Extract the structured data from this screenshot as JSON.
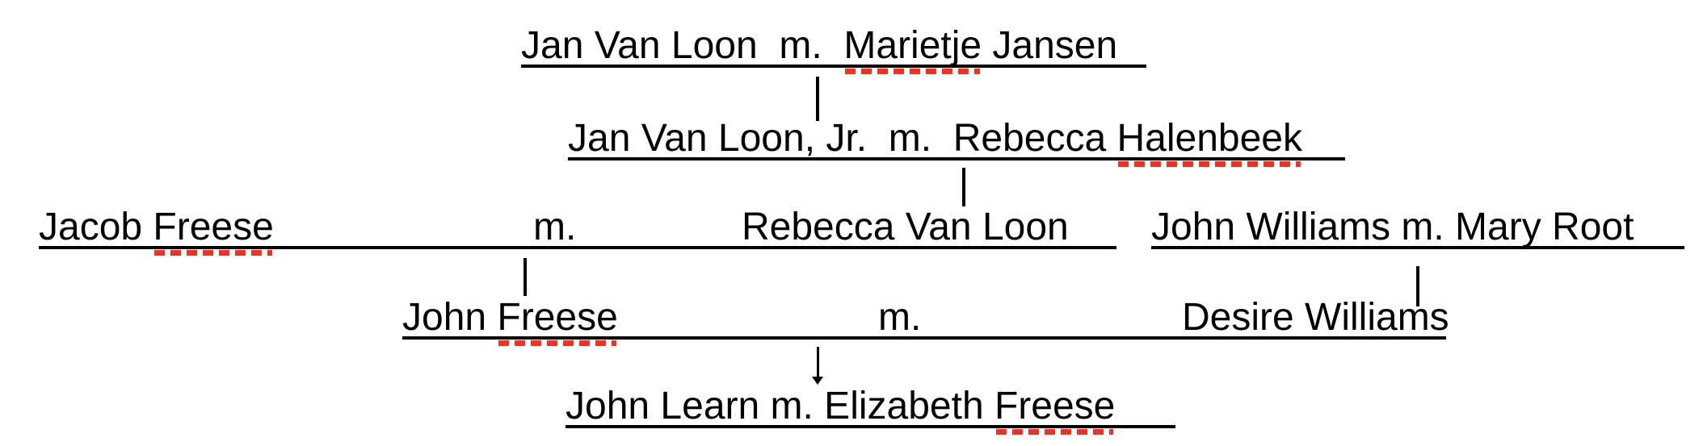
{
  "colors": {
    "text": "#000000",
    "line": "#000000",
    "spellcheck": "#fb2d1e",
    "background": "#ffffff"
  },
  "icons": {
    "descent_arrow": "↓"
  },
  "tree": {
    "gen1": {
      "pre": "Jan Van Loon  m.  ",
      "misspelled": "Marietje",
      "post": " Jansen"
    },
    "gen2": {
      "pre": "Jan Van Loon, Jr.  m.  Rebecca ",
      "misspelled": "Halenbeek",
      "post": ""
    },
    "gen3_left": {
      "husband_pre": "Jacob ",
      "husband_misspelled": "Freese",
      "m": "m.",
      "wife": "Rebecca Van Loon"
    },
    "gen3_right": {
      "text": "John Williams m. Mary Root"
    },
    "gen4": {
      "husband_pre": "John ",
      "husband_misspelled": "Freese",
      "m": "m.",
      "wife": "Desire Williams"
    },
    "gen5": {
      "pre": "John Learn m. Elizabeth ",
      "misspelled": "Freese",
      "post": ""
    }
  }
}
